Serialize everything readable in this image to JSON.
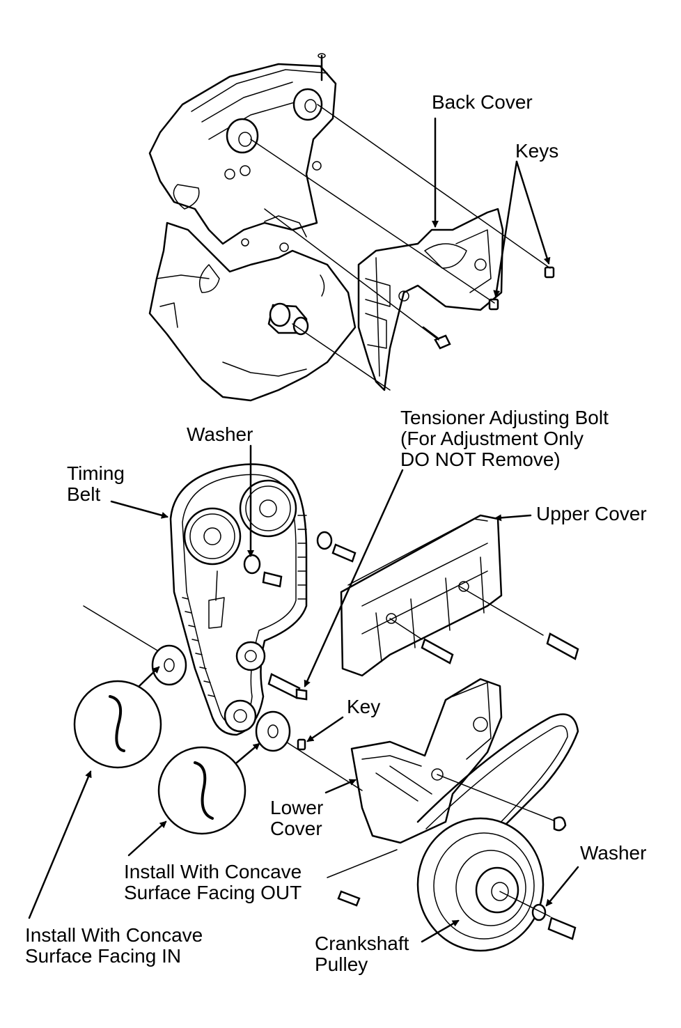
{
  "labels": {
    "back_cover": "Back Cover",
    "keys": "Keys",
    "tensioner_line1": "Tensioner Adjusting Bolt",
    "tensioner_line2": "(For Adjustment Only",
    "tensioner_line3": "DO NOT Remove)",
    "washer_top": "Washer",
    "timing_belt_line1": "Timing",
    "timing_belt_line2": "Belt",
    "upper_cover": "Upper Cover",
    "key": "Key",
    "lower_cover_line1": "Lower",
    "lower_cover_line2": "Cover",
    "washer_bottom": "Washer",
    "concave_out_line1": "Install With Concave",
    "concave_out_line2": "Surface Facing OUT",
    "concave_in_line1": "Install With Concave",
    "concave_in_line2": "Surface Facing IN",
    "crank_line1": "Crankshaft",
    "crank_line2": "Pulley"
  },
  "colors": {
    "ink": "#000000",
    "paper": "#ffffff"
  }
}
